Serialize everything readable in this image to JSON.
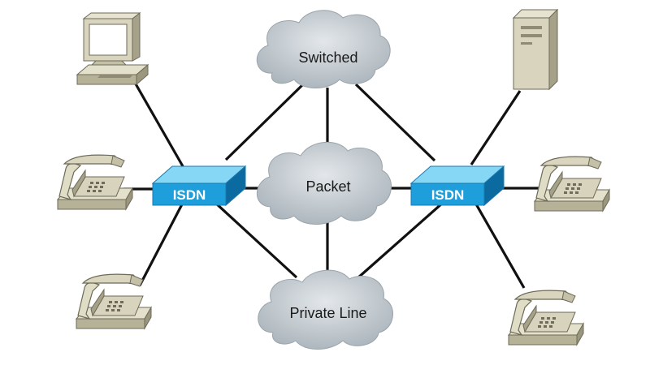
{
  "clouds": {
    "top": "Switched",
    "middle": "Packet",
    "bottom": "Private Line"
  },
  "switches": {
    "left": "ISDN",
    "right": "ISDN"
  },
  "colors": {
    "cloud_fill": "#c5cdd2",
    "switch_top": "#7fd3f4",
    "switch_front": "#1fa0dc",
    "switch_side": "#0c6fa5",
    "device_beige": "#d4d0ba",
    "link": "#111111"
  },
  "devices": {
    "left": [
      "desktop-computer-icon",
      "telephone-icon",
      "telephone-icon"
    ],
    "right": [
      "server-tower-icon",
      "telephone-icon",
      "telephone-icon"
    ]
  }
}
